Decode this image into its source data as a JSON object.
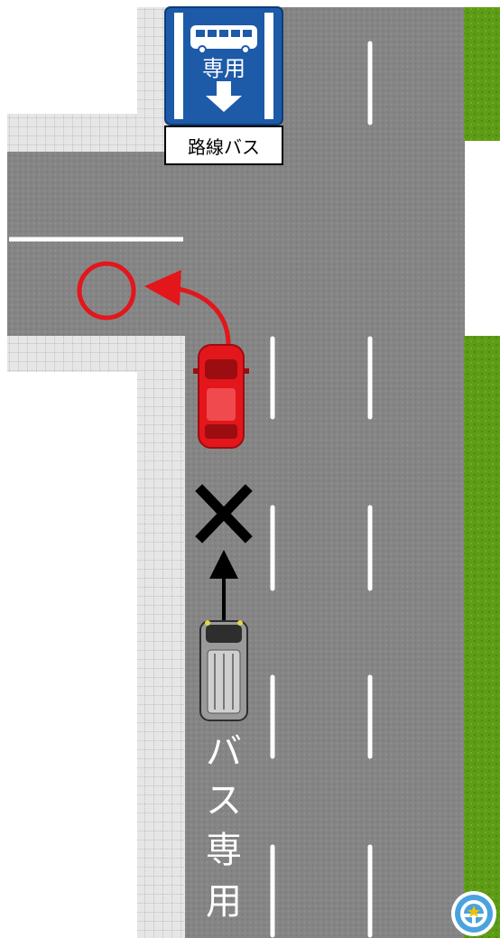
{
  "sign": {
    "main_text": "専用",
    "plate_text": "路線バス",
    "colors": {
      "background": "#1d5aa8",
      "symbol": "#ffffff",
      "plate_border": "#000000"
    }
  },
  "road_marking": {
    "characters": [
      "バ",
      "ス",
      "専",
      "用"
    ]
  },
  "symbols": {
    "allowed": "circle",
    "forbidden": "cross"
  },
  "vehicles": [
    {
      "name": "red-car",
      "color": "#e3161b",
      "action": "left-turn",
      "allowed": true
    },
    {
      "name": "gray-car",
      "color": "#9a9a9a",
      "action": "straight",
      "allowed": false
    }
  ],
  "colors": {
    "asphalt": "#858585",
    "sidewalk": "#d9d9d9",
    "grass": "#5e9b16",
    "lane_line": "#ffffff",
    "allowed_mark": "#e3161b",
    "forbidden_mark": "#000000"
  },
  "logo_icon": "steering-wheel-logo"
}
